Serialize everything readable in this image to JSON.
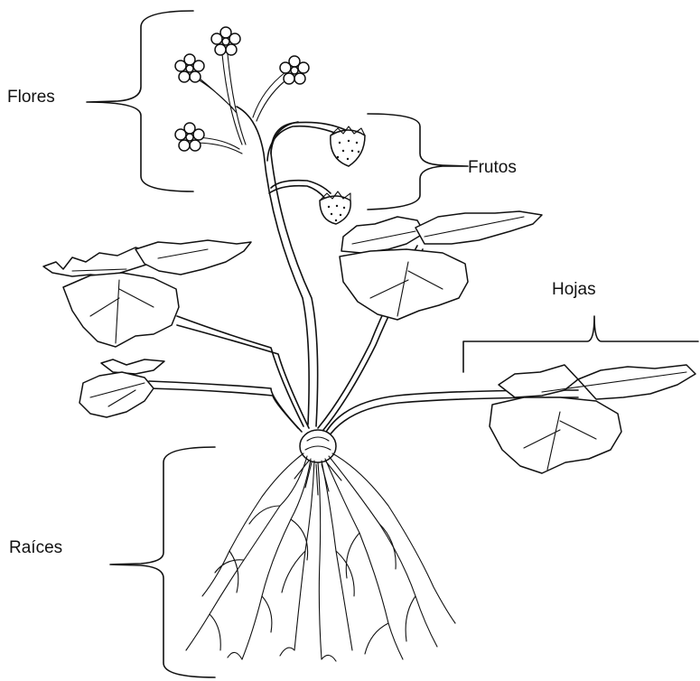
{
  "labels": {
    "flores": "Flores",
    "frutos": "Frutos",
    "hojas": "Hojas",
    "raices": "Raíces"
  },
  "colors": {
    "ink": "#111111",
    "background": "#ffffff"
  }
}
